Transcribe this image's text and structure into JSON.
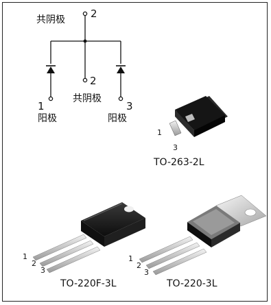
{
  "schematic": {
    "top_label": "共阴极",
    "top_pin": "2",
    "mid_pin": "2",
    "mid_label": "共阴极",
    "left_pin": "1",
    "left_label": "阳极",
    "right_pin": "3",
    "right_label": "阳极"
  },
  "packages": [
    {
      "name": "TO-263-2L",
      "pins": [
        "1",
        "3"
      ]
    },
    {
      "name": "TO-220F-3L",
      "pins": [
        "1",
        "2",
        "3"
      ]
    },
    {
      "name": "TO-220-3L",
      "pins": [
        "1",
        "2",
        "3"
      ]
    }
  ],
  "colors": {
    "line": "#111111",
    "body": "#1a1a1a",
    "lead": "#cfcfcf"
  }
}
